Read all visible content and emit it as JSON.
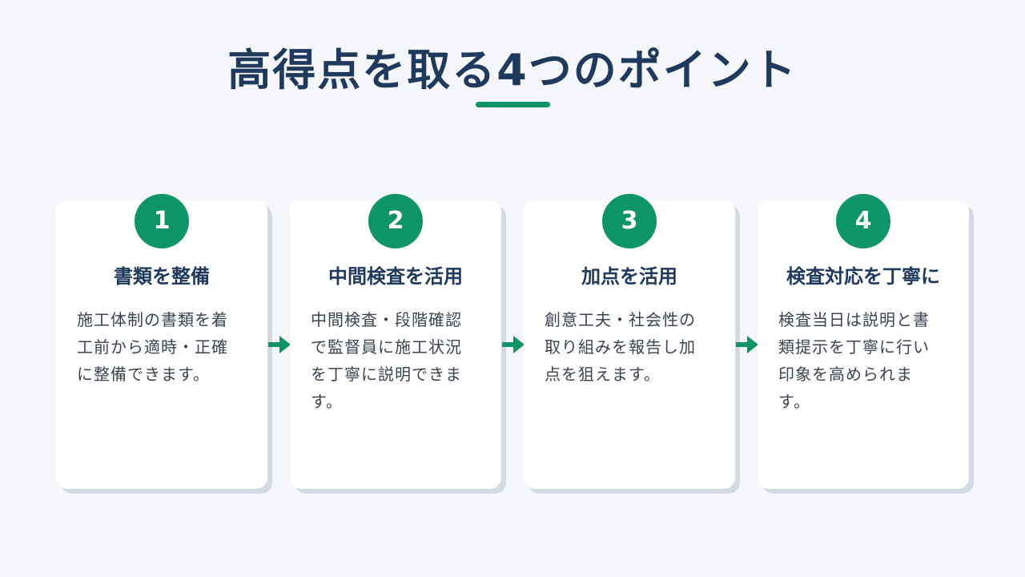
{
  "slide": {
    "title": "高得点を取る4つのポイント"
  },
  "colors": {
    "accent": "#0e9466",
    "title_text": "#1f3a5c",
    "body_text": "#3b4450",
    "background": "#f4f6f9",
    "card_shadow": "#d5dae2"
  },
  "cards": [
    {
      "number": "1",
      "title": "書類を整備",
      "description": "施工体制の書類を着工前から適時・正確に整備できます。"
    },
    {
      "number": "2",
      "title": "中間検査を活用",
      "description": "中間検査・段階確認で監督員に施工状況を丁寧に説明できます。"
    },
    {
      "number": "3",
      "title": "加点を活用",
      "description": "創意工夫・社会性の取り組みを報告し加点を狙えます。"
    },
    {
      "number": "4",
      "title": "検査対応を丁寧に",
      "description": "検査当日は説明と書類提示を丁寧に行い印象を高められます。"
    }
  ],
  "arrows": [
    {
      "icon": "arrow-right-icon"
    },
    {
      "icon": "arrow-right-icon"
    },
    {
      "icon": "arrow-right-icon"
    }
  ]
}
